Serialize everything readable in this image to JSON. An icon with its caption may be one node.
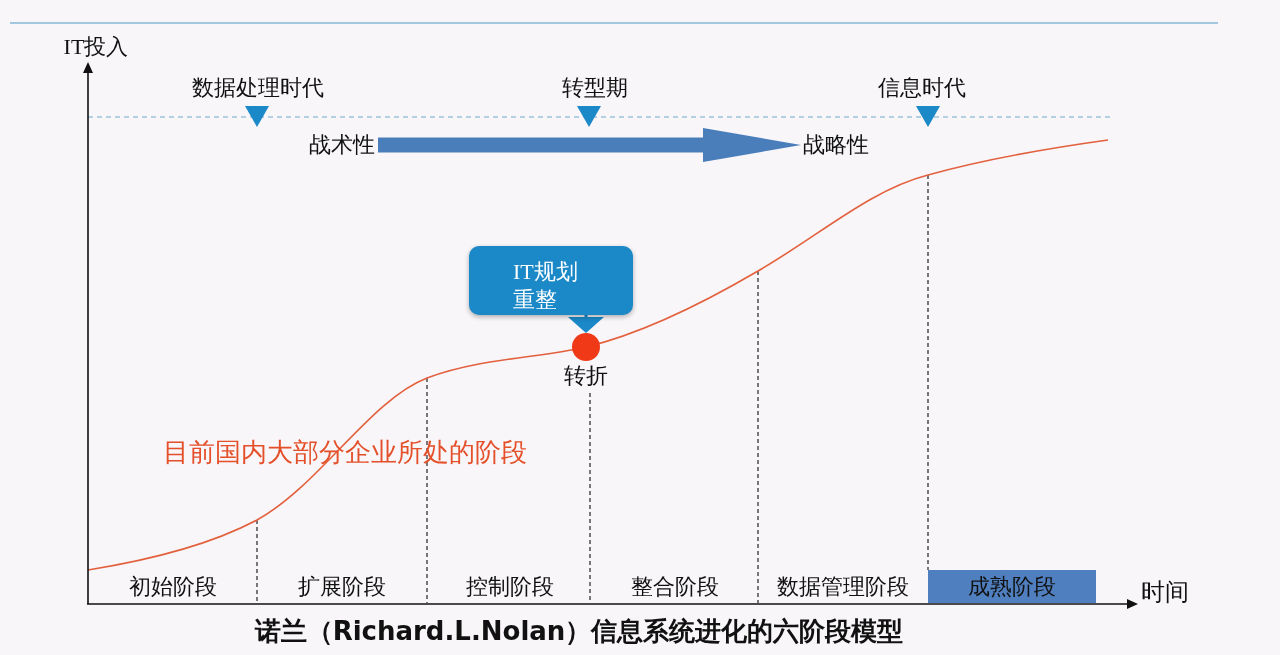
{
  "diagram": {
    "caption": "诺兰（Richard.L.Nolan）信息系统进化的六阶段模型",
    "nodes": [
      {
        "text": [
          "战术性"
        ]
      },
      {
        "text": [
          "战略性"
        ]
      },
      {
        "text": [
          "IT规划重整"
        ]
      },
      {
        "text": [],
        "shape": "circle",
        "beside": [
          "转折"
        ]
      },
      {
        "text": [
          "成熟阶段"
        ]
      }
    ],
    "edges": [
      {
        "from": 0,
        "to": 1,
        "arrow": "to",
        "style": "thick"
      },
      {
        "from": 2,
        "to": 3,
        "arrow": "to",
        "color": "#1b88c8"
      }
    ],
    "labels": [
      "IT投入",
      "数据处理时代",
      "转型期",
      "信息时代",
      "目前国内大部分企业所处的阶段",
      "初始阶段",
      "扩展阶段",
      "控制阶段",
      "整合阶段",
      "数据管理阶段",
      "时间"
    ]
  }
}
